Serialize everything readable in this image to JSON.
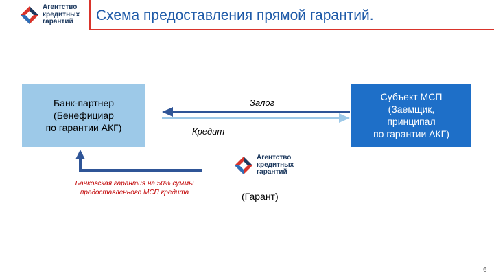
{
  "logo": {
    "line1": "Агентство",
    "line2": "кредитных",
    "line3": "гарантий"
  },
  "title": "Схема предоставления прямой гарантий.",
  "bank": {
    "line1": "Банк-партнер",
    "line2": "(Бенефициар",
    "line3": "по гарантии АКГ)"
  },
  "msp": {
    "line1": "Субъект МСП",
    "line2": "(Заемщик,",
    "line3": "принципал",
    "line4": "по гарантии АКГ)"
  },
  "labels": {
    "zalog": "Залог",
    "kredit": "Кредит",
    "guarantee": "Банковская гарантия на 50% суммы предоставленного МСП кредита",
    "garant": "(Гарант)"
  },
  "page_number": "6",
  "colors": {
    "title": "#1e5aa8",
    "accent_red": "#d9342b",
    "bank_box": "#9dc9e8",
    "msp_box": "#1e6fc8",
    "arrow_dark": "#2f5597",
    "arrow_light": "#9dc9e8"
  }
}
